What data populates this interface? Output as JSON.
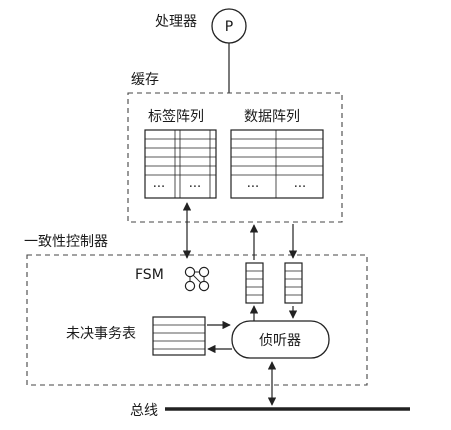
{
  "diagram": {
    "processor_label": "处理器",
    "processor_symbol": "P",
    "cache_label": "缓存",
    "tag_array_label": "标签阵列",
    "data_array_label": "数据阵列",
    "ellipsis": "···",
    "controller_label": "一致性控制器",
    "fsm_label": "FSM",
    "pending_table_label": "未决事务表",
    "snooper_label": "侦听器",
    "bus_label": "总线"
  }
}
